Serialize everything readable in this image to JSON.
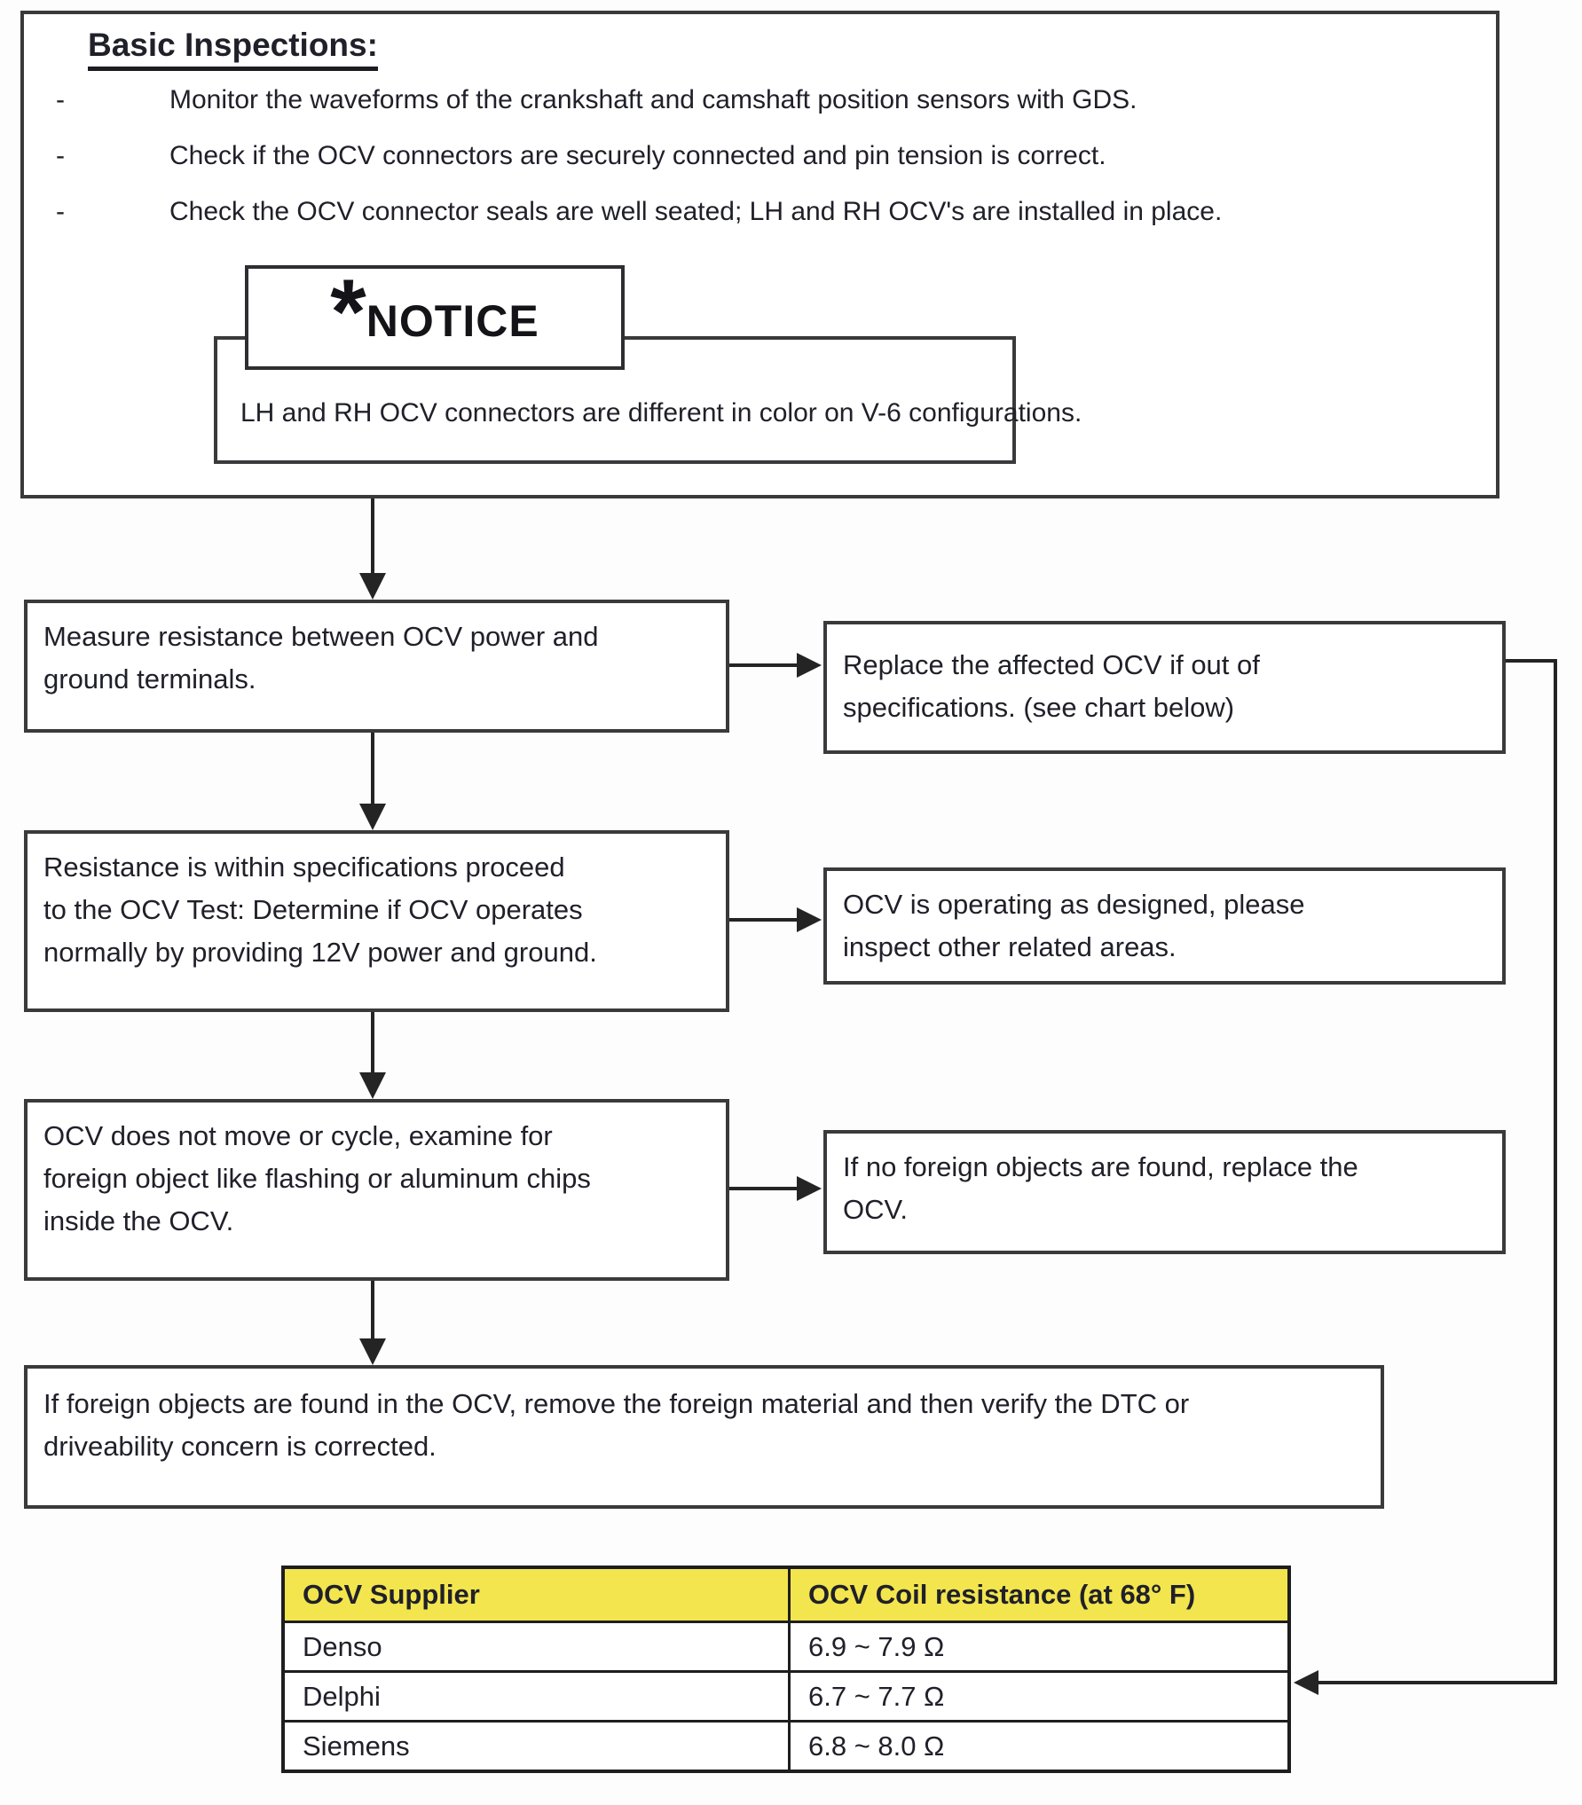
{
  "basic_inspections": {
    "heading": "Basic Inspections:",
    "bullets": [
      {
        "marker": "-",
        "text": "Monitor the waveforms of the crankshaft and camshaft position sensors with GDS."
      },
      {
        "marker": "-",
        "text": "Check if the OCV connectors are securely connected and pin tension is correct."
      },
      {
        "marker": "-",
        "text": "Check the OCV connector seals are well seated; LH and RH OCV's are installed in place."
      }
    ],
    "notice": {
      "symbol": "*",
      "label": "NOTICE",
      "text": "LH and RH OCV connectors are different in color on V-6 configurations."
    }
  },
  "flow": {
    "steps": [
      {
        "left": "Measure resistance between OCV power and\nground terminals.",
        "right": "Replace the affected OCV if out of\nspecifications. (see chart below)"
      },
      {
        "left": "Resistance is within specifications proceed\nto the OCV Test: Determine if OCV operates\nnormally by providing 12V power and ground.",
        "right": "OCV is operating as designed, please\ninspect other related areas."
      },
      {
        "left": "OCV does not move or cycle, examine for\nforeign object like flashing or aluminum chips\ninside the OCV.",
        "right": "If no foreign objects are found, replace the\nOCV."
      }
    ],
    "final_note": "If foreign objects are found in the OCV, remove the foreign material and then verify the DTC or\ndriveability concern is corrected."
  },
  "spec_table": {
    "headers": [
      "OCV Supplier",
      "OCV Coil resistance (at 68° F)"
    ],
    "rows": [
      [
        "Denso",
        "6.9 ~ 7.9 Ω"
      ],
      [
        "Delphi",
        "6.7 ~ 7.7 Ω"
      ],
      [
        "Siemens",
        "6.8 ~ 8.0 Ω"
      ]
    ],
    "header_bg": "#F3E54E"
  },
  "colors": {
    "box_border": "#3a3a3c",
    "arrow": "#242424",
    "table_header_bg": "#F3E54E"
  }
}
